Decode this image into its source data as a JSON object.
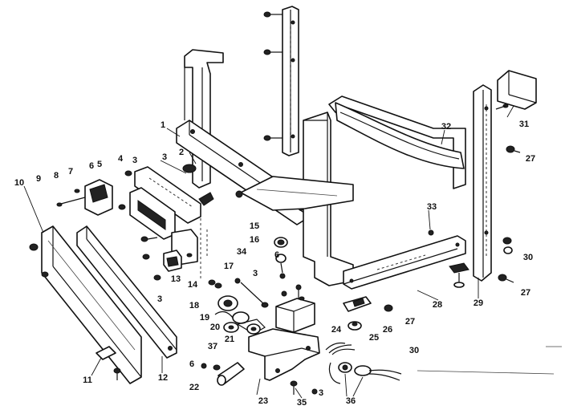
{
  "parts": {
    "callouts": [
      {
        "id": "c1",
        "text": "1"
      },
      {
        "id": "c2",
        "text": "2"
      },
      {
        "id": "c3a",
        "text": "3"
      },
      {
        "id": "c3b",
        "text": "3"
      },
      {
        "id": "c3c",
        "text": "3"
      },
      {
        "id": "c3d",
        "text": "3"
      },
      {
        "id": "c3e",
        "text": "3"
      },
      {
        "id": "c4",
        "text": "4"
      },
      {
        "id": "c5",
        "text": "5"
      },
      {
        "id": "c6a",
        "text": "6"
      },
      {
        "id": "c6b",
        "text": "6"
      },
      {
        "id": "c6c",
        "text": "6"
      },
      {
        "id": "c7",
        "text": "7"
      },
      {
        "id": "c8",
        "text": "8"
      },
      {
        "id": "c9",
        "text": "9"
      },
      {
        "id": "c10",
        "text": "10"
      },
      {
        "id": "c11",
        "text": "11"
      },
      {
        "id": "c12",
        "text": "12"
      },
      {
        "id": "c13",
        "text": "13"
      },
      {
        "id": "c14",
        "text": "14"
      },
      {
        "id": "c15",
        "text": "15"
      },
      {
        "id": "c16",
        "text": "16"
      },
      {
        "id": "c17",
        "text": "17"
      },
      {
        "id": "c18",
        "text": "18"
      },
      {
        "id": "c19",
        "text": "19"
      },
      {
        "id": "c20",
        "text": "20"
      },
      {
        "id": "c21",
        "text": "21"
      },
      {
        "id": "c22",
        "text": "22"
      },
      {
        "id": "c23",
        "text": "23"
      },
      {
        "id": "c24",
        "text": "24"
      },
      {
        "id": "c25",
        "text": "25"
      },
      {
        "id": "c26",
        "text": "26"
      },
      {
        "id": "c27a",
        "text": "27"
      },
      {
        "id": "c27b",
        "text": "27"
      },
      {
        "id": "c27c",
        "text": "27"
      },
      {
        "id": "c28",
        "text": "28"
      },
      {
        "id": "c29",
        "text": "29"
      },
      {
        "id": "c30a",
        "text": "30"
      },
      {
        "id": "c30b",
        "text": "30"
      },
      {
        "id": "c31",
        "text": "31"
      },
      {
        "id": "c32",
        "text": "32"
      },
      {
        "id": "c33",
        "text": "33"
      },
      {
        "id": "c34",
        "text": "34"
      },
      {
        "id": "c35",
        "text": "35"
      },
      {
        "id": "c36",
        "text": "36"
      },
      {
        "id": "c37",
        "text": "37"
      }
    ]
  }
}
